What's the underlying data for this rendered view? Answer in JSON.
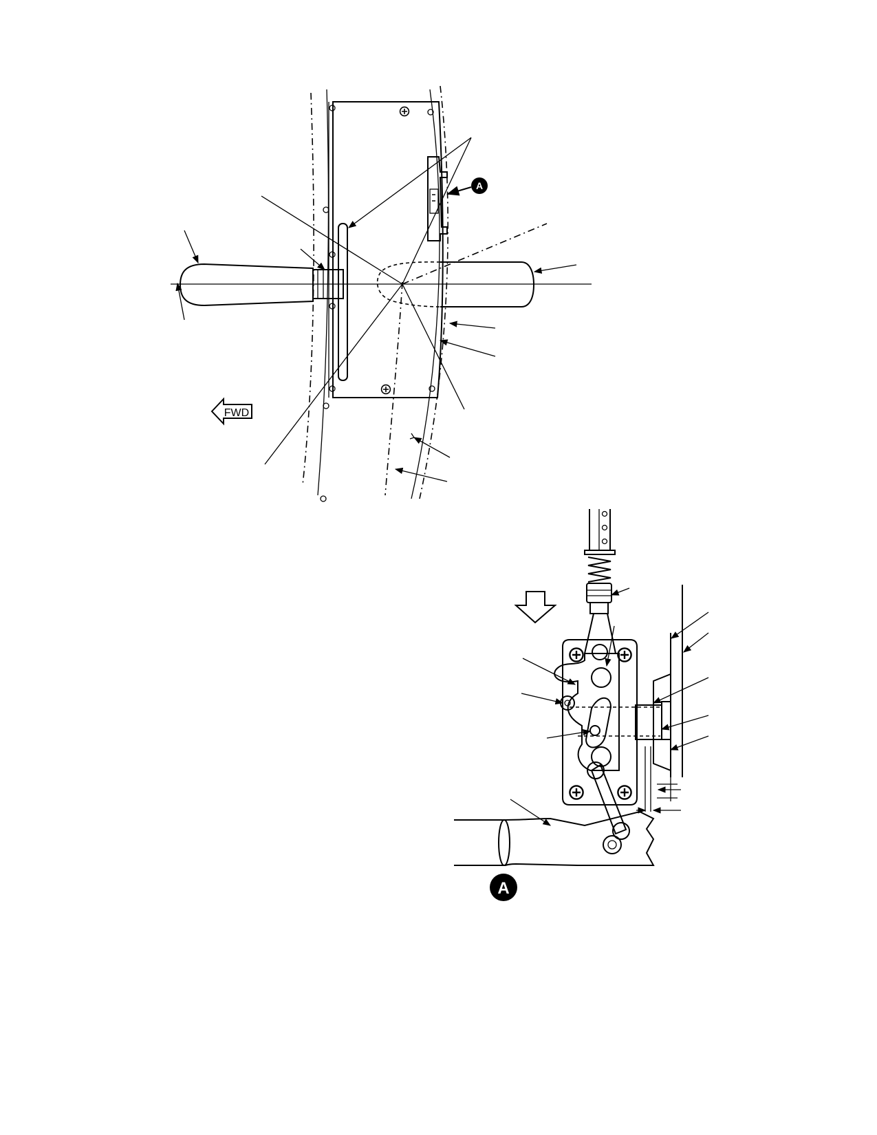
{
  "figure": {
    "fwd_label": "FWD",
    "callout_letter": "A",
    "detail_letter": "A"
  },
  "icons": {
    "fwd_arrow": "arrow-left-outline",
    "view_arrow": "arrow-down-outline",
    "screw_head": "phillips-screw"
  }
}
